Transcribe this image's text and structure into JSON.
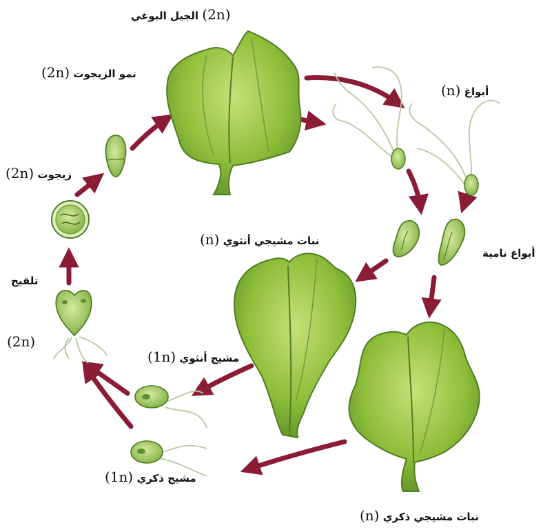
{
  "labels": {
    "sporophyte": {
      "text": "الجيل البوغي",
      "ploidy": "(2n)"
    },
    "zygote_growth": {
      "text": "نمو الزيجوت",
      "ploidy": "(2n)"
    },
    "spores": {
      "text": "أبواغ",
      "ploidy": "(n)"
    },
    "zygote": {
      "text": "زيجوت",
      "ploidy": "(2n)"
    },
    "female_gametophyte_plant": {
      "text": "نبات مشيجي أنثوي",
      "ploidy": "(n)"
    },
    "growing_spores": {
      "text": "أبواغ نامية"
    },
    "fertilization": {
      "text": "تلقيح",
      "ploidy": "(2n)"
    },
    "female_gamete": {
      "text": "مشيج أنثوي",
      "ploidy": "(1n)"
    },
    "male_gamete": {
      "text": "مشيج ذكري",
      "ploidy": "(1n)"
    },
    "male_gametophyte_plant": {
      "text": "نبات مشيجي ذكري",
      "ploidy": "(n)"
    }
  },
  "colors": {
    "arrow": "#8a1c35",
    "leaf": "#8fbf3a",
    "leaf_light": "#c6e07a",
    "leaf_dark": "#4f7d22",
    "cell": "#a7cc63",
    "flagella": "#b7c9a0"
  }
}
